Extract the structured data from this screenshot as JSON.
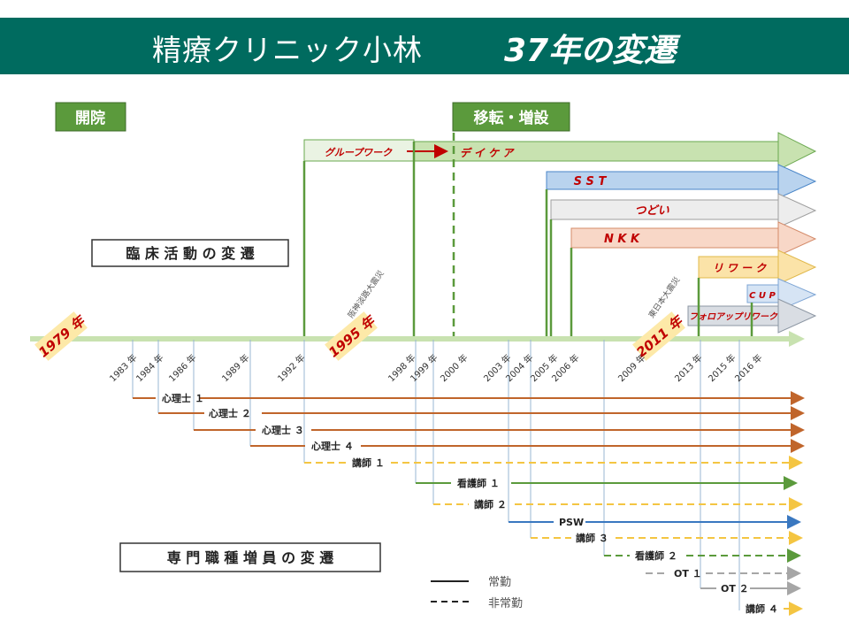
{
  "header": {
    "title": "精療クリニック小林",
    "subtitle": "37年の変遷"
  },
  "badges": {
    "opening": "開院",
    "relocation": "移転・増設"
  },
  "section_titles": {
    "clinical": "臨 床 活 動 の 変 遷",
    "staff": "専 門 職 種 増 員 の 変 遷"
  },
  "key_years": {
    "y1979": "1979 年",
    "y1995": "1995 年",
    "y2011": "2011 年"
  },
  "events": {
    "hanshin": "阪神淡路大震災",
    "higashi": "東日本大震災"
  },
  "timeline_years": [
    "1983 年",
    "1984 年",
    "1986 年",
    "1989 年",
    "1992 年",
    "1998 年",
    "1999 年",
    "2000 年",
    "2003 年",
    "2004 年",
    "2005 年",
    "2006 年",
    "2009 年",
    "2013 年",
    "2015 年",
    "2016 年"
  ],
  "programs": {
    "groupwork": "グループワーク",
    "daycare": "デ イ ケ ア",
    "sst": "S S T",
    "tsudoi": "つどい",
    "nkk": "N K K",
    "rework": "リ ワ ー ク",
    "cup": "C U P",
    "followup": "フォロアップリワーク"
  },
  "staff": {
    "psych1": "心理士 １",
    "psych2": "心理士 ２",
    "psych3": "心理士 ３",
    "psych4": "心理士 ４",
    "lecturer1": "講師 １",
    "nurse1": "看護師 １",
    "lecturer2": "講師 ２",
    "psw": "PSW",
    "lecturer3": "講師 ３",
    "nurse2": "看護師 ２",
    "ot1": "OT １",
    "ot2": "OT ２",
    "lecturer4": "講師 ４"
  },
  "legend": {
    "fulltime": "常勤",
    "parttime": "非常勤"
  },
  "colors": {
    "header": "#006b5f",
    "green": "#5b9a3c",
    "brown": "#c0652b",
    "yellow": "#f4c542",
    "blue": "#3a78c0",
    "grey": "#a6a6a6",
    "red": "#c00000"
  }
}
